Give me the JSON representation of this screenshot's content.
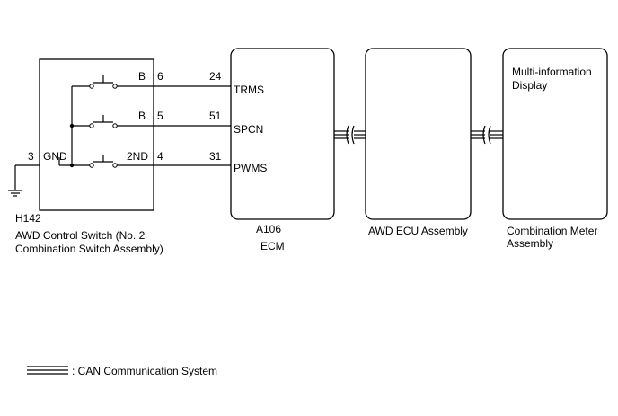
{
  "switch": {
    "connector": "H142",
    "name_line1": "AWD Control Switch (No. 2",
    "name_line2": "Combination Switch Assembly)",
    "gnd_label": "GND",
    "gnd_pin": "3",
    "rows": [
      {
        "label": "B",
        "pin": "6"
      },
      {
        "label": "B",
        "pin": "5"
      },
      {
        "label": "2ND",
        "pin": "4"
      }
    ]
  },
  "ecm": {
    "connector": "A106",
    "name": "ECM",
    "terminals": [
      {
        "pin": "24",
        "name": "TRMS"
      },
      {
        "pin": "51",
        "name": "SPCN"
      },
      {
        "pin": "31",
        "name": "PWMS"
      }
    ]
  },
  "awd_ecu": {
    "name": "AWD ECU Assembly"
  },
  "meter": {
    "inner_line1": "Multi-information",
    "inner_line2": "Display",
    "name_line1": "Combination Meter",
    "name_line2": "Assembly"
  },
  "legend": {
    "label": ": CAN Communication System"
  }
}
